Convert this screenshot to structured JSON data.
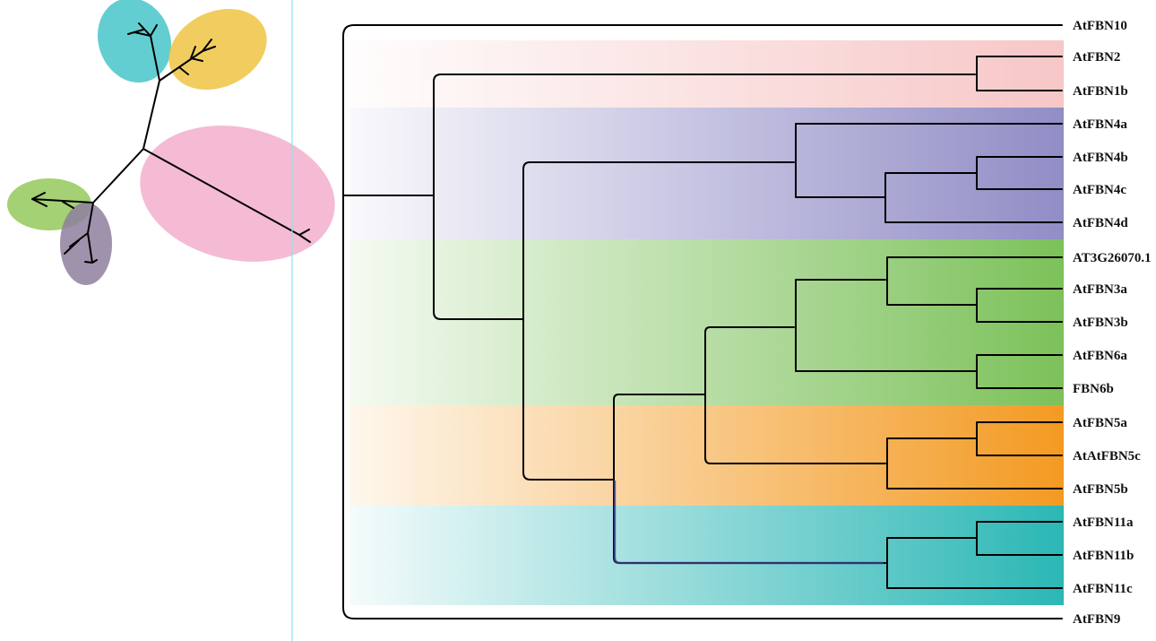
{
  "tree": {
    "leaves": [
      {
        "id": "AtFBN10",
        "label": "AtFBN10"
      },
      {
        "id": "AtFBN2",
        "label": "AtFBN2"
      },
      {
        "id": "AtFBN1b",
        "label": "AtFBN1b"
      },
      {
        "id": "AtFBN4a",
        "label": "AtFBN4a"
      },
      {
        "id": "AtFBN4b",
        "label": "AtFBN4b"
      },
      {
        "id": "AtFBN4c",
        "label": "AtFBN4c"
      },
      {
        "id": "AtFBN4d",
        "label": "AtFBN4d"
      },
      {
        "id": "AT3G26070",
        "label": "AT3G26070.1"
      },
      {
        "id": "AtFBN3a",
        "label": "AtFBN3a"
      },
      {
        "id": "AtFBN3b",
        "label": "AtFBN3b"
      },
      {
        "id": "AtFBN6a",
        "label": "AtFBN6a"
      },
      {
        "id": "FBN6b",
        "label": "FBN6b"
      },
      {
        "id": "AtFBN5a",
        "label": "AtFBN5a"
      },
      {
        "id": "AtAtFBN5c",
        "label": "AtAtFBN5c"
      },
      {
        "id": "AtFBN5b",
        "label": "AtFBN5b"
      },
      {
        "id": "AtFBN11a",
        "label": "AtFBN11a"
      },
      {
        "id": "AtFBN11b",
        "label": "AtFBN11b"
      },
      {
        "id": "AtFBN11c",
        "label": "AtFBN11c"
      },
      {
        "id": "AtFBN9",
        "label": "AtFBN9"
      }
    ],
    "clades": [
      {
        "name": "clade-fbn1-2",
        "color": "#f4b4b4",
        "members": [
          "AtFBN2",
          "AtFBN1b"
        ]
      },
      {
        "name": "clade-fbn4",
        "color": "#8b87c3",
        "members": [
          "AtFBN4a",
          "AtFBN4b",
          "AtFBN4c",
          "AtFBN4d"
        ]
      },
      {
        "name": "clade-fbn3-6",
        "color": "#7cc15a",
        "members": [
          "AT3G26070",
          "AtFBN3a",
          "AtFBN3b",
          "AtFBN6a",
          "FBN6b"
        ]
      },
      {
        "name": "clade-fbn5",
        "color": "#f39a22",
        "members": [
          "AtFBN5a",
          "AtAtFBN5c",
          "AtFBN5b"
        ]
      },
      {
        "name": "clade-fbn11",
        "color": "#2bb7b5",
        "members": [
          "AtFBN11a",
          "AtFBN11b",
          "AtFBN11c"
        ]
      }
    ]
  },
  "unrooted_tree": {
    "groups": [
      {
        "name": "teal-group",
        "color": "#47c5c9"
      },
      {
        "name": "yellow-group",
        "color": "#efc443"
      },
      {
        "name": "pink-group",
        "color": "#f4b4cf"
      },
      {
        "name": "green-group",
        "color": "#9acc64"
      },
      {
        "name": "purple-group",
        "color": "#8e7f9d"
      }
    ]
  }
}
